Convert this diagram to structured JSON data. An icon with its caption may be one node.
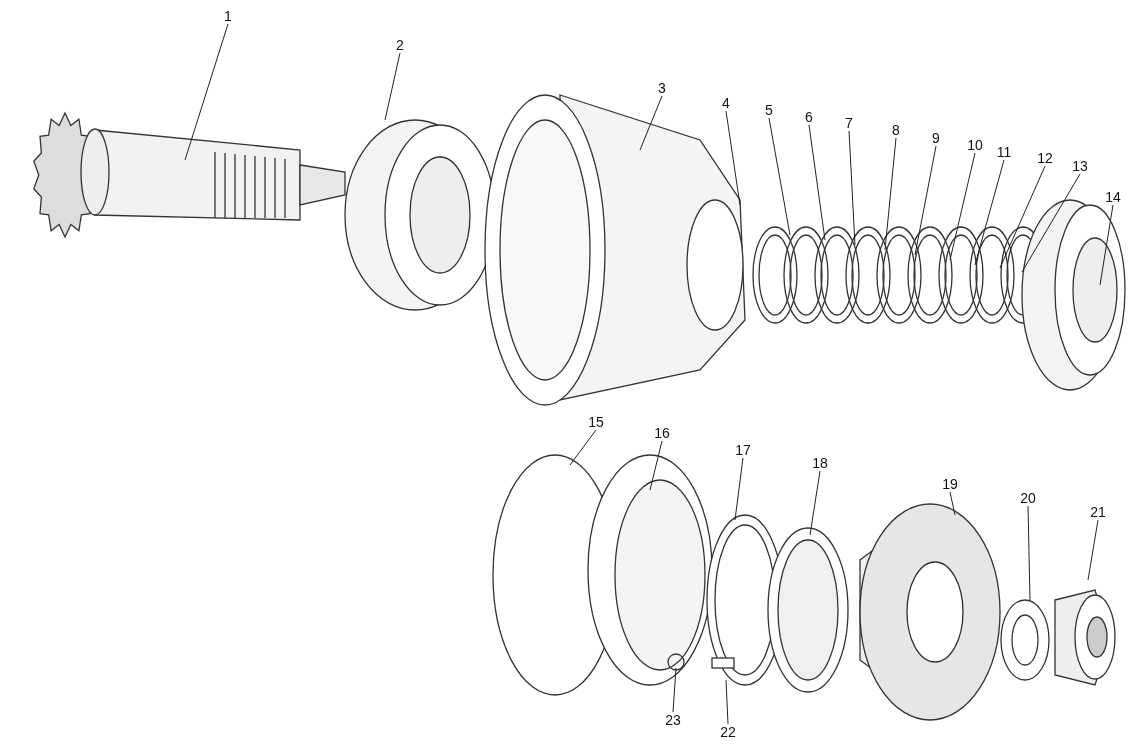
{
  "diagram": {
    "nodes": [
      {
        "text": [
          "1"
        ]
      },
      {
        "text": [
          "2"
        ]
      },
      {
        "text": [
          "3"
        ]
      },
      {
        "text": [
          "4"
        ]
      },
      {
        "text": [
          "5"
        ]
      },
      {
        "text": [
          "6"
        ]
      },
      {
        "text": [
          "7"
        ]
      },
      {
        "text": [
          "8"
        ]
      },
      {
        "text": [
          "9"
        ]
      },
      {
        "text": [
          "10"
        ]
      },
      {
        "text": [
          "11"
        ]
      },
      {
        "text": [
          "12"
        ]
      },
      {
        "text": [
          "13"
        ]
      },
      {
        "text": [
          "14"
        ]
      },
      {
        "text": [
          "15"
        ]
      },
      {
        "text": [
          "16"
        ]
      },
      {
        "text": [
          "17"
        ]
      },
      {
        "text": [
          "18"
        ]
      },
      {
        "text": [
          "19"
        ]
      },
      {
        "text": [
          "20"
        ]
      },
      {
        "text": [
          "21"
        ]
      },
      {
        "text": [
          "23"
        ]
      },
      {
        "text": [
          "22"
        ]
      }
    ],
    "edges": [
      {
        "from": 0,
        "to": null,
        "arrow": "none"
      },
      {
        "from": 1,
        "to": null,
        "arrow": "none"
      },
      {
        "from": 2,
        "to": null,
        "arrow": "none"
      },
      {
        "from": 3,
        "to": null,
        "arrow": "none"
      },
      {
        "from": 4,
        "to": null,
        "arrow": "none"
      },
      {
        "from": 5,
        "to": null,
        "arrow": "none"
      },
      {
        "from": 6,
        "to": null,
        "arrow": "none"
      },
      {
        "from": 7,
        "to": null,
        "arrow": "none"
      },
      {
        "from": 8,
        "to": null,
        "arrow": "none"
      },
      {
        "from": 9,
        "to": null,
        "arrow": "none"
      },
      {
        "from": 10,
        "to": null,
        "arrow": "none"
      },
      {
        "from": 11,
        "to": null,
        "arrow": "none"
      },
      {
        "from": 12,
        "to": null,
        "arrow": "none"
      },
      {
        "from": 13,
        "to": null,
        "arrow": "none"
      },
      {
        "from": 14,
        "to": null,
        "arrow": "none"
      },
      {
        "from": 15,
        "to": null,
        "arrow": "none"
      },
      {
        "from": 16,
        "to": null,
        "arrow": "none"
      },
      {
        "from": 17,
        "to": null,
        "arrow": "none"
      },
      {
        "from": 18,
        "to": null,
        "arrow": "none"
      },
      {
        "from": 19,
        "to": null,
        "arrow": "none"
      },
      {
        "from": 20,
        "to": null,
        "arrow": "none"
      },
      {
        "from": 21,
        "to": null,
        "arrow": "none"
      },
      {
        "from": 22,
        "to": null,
        "arrow": "none"
      }
    ]
  }
}
